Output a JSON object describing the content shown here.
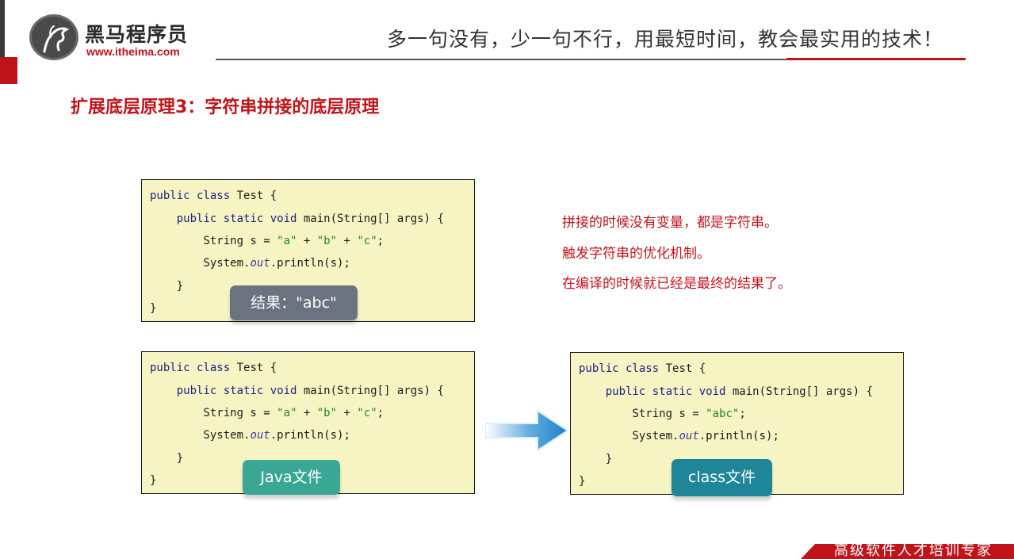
{
  "header": {
    "logo_name": "黑马程序员",
    "logo_url": "www.itheima.com",
    "slogan": "多一句没有，少一句不行，用最短时间，教会最实用的技术！"
  },
  "page_title": "扩展底层原理3：字符串拼接的底层原理",
  "code_box_1": {
    "lines": [
      [
        "public class",
        " Test {"
      ],
      [
        "    public static void",
        " main(String[] args) {"
      ],
      [
        "        String s = ",
        "\"a\"",
        " + ",
        "\"b\"",
        " + ",
        "\"c\"",
        ";"
      ],
      [
        "        System.",
        "out",
        ".println(s);"
      ],
      [
        "    }"
      ],
      [
        "}"
      ]
    ],
    "tag": "结果：\"abc\""
  },
  "code_box_2": {
    "tag": "Java文件"
  },
  "code_box_3": {
    "tag": "class文件",
    "string_literal": "\"abc\""
  },
  "notes": [
    "拼接的时候没有变量，都是字符串。",
    "触发字符串的优化机制。",
    "在编译的时候就已经是最终的结果了。"
  ],
  "footer": {
    "text": "高级软件人才培训专家"
  },
  "colors": {
    "brand_red": "#c0141b",
    "code_bg": "#f7f4c4",
    "keyword": "#1a237e",
    "string": "#1a8a1a",
    "tag_result": "#6b7381",
    "tag_java": "#3aa795",
    "tag_class": "#1f869a",
    "arrow": "#2a8fd4"
  },
  "icons": {
    "logo": "horse-logo-icon",
    "arrow": "right-arrow-icon"
  }
}
